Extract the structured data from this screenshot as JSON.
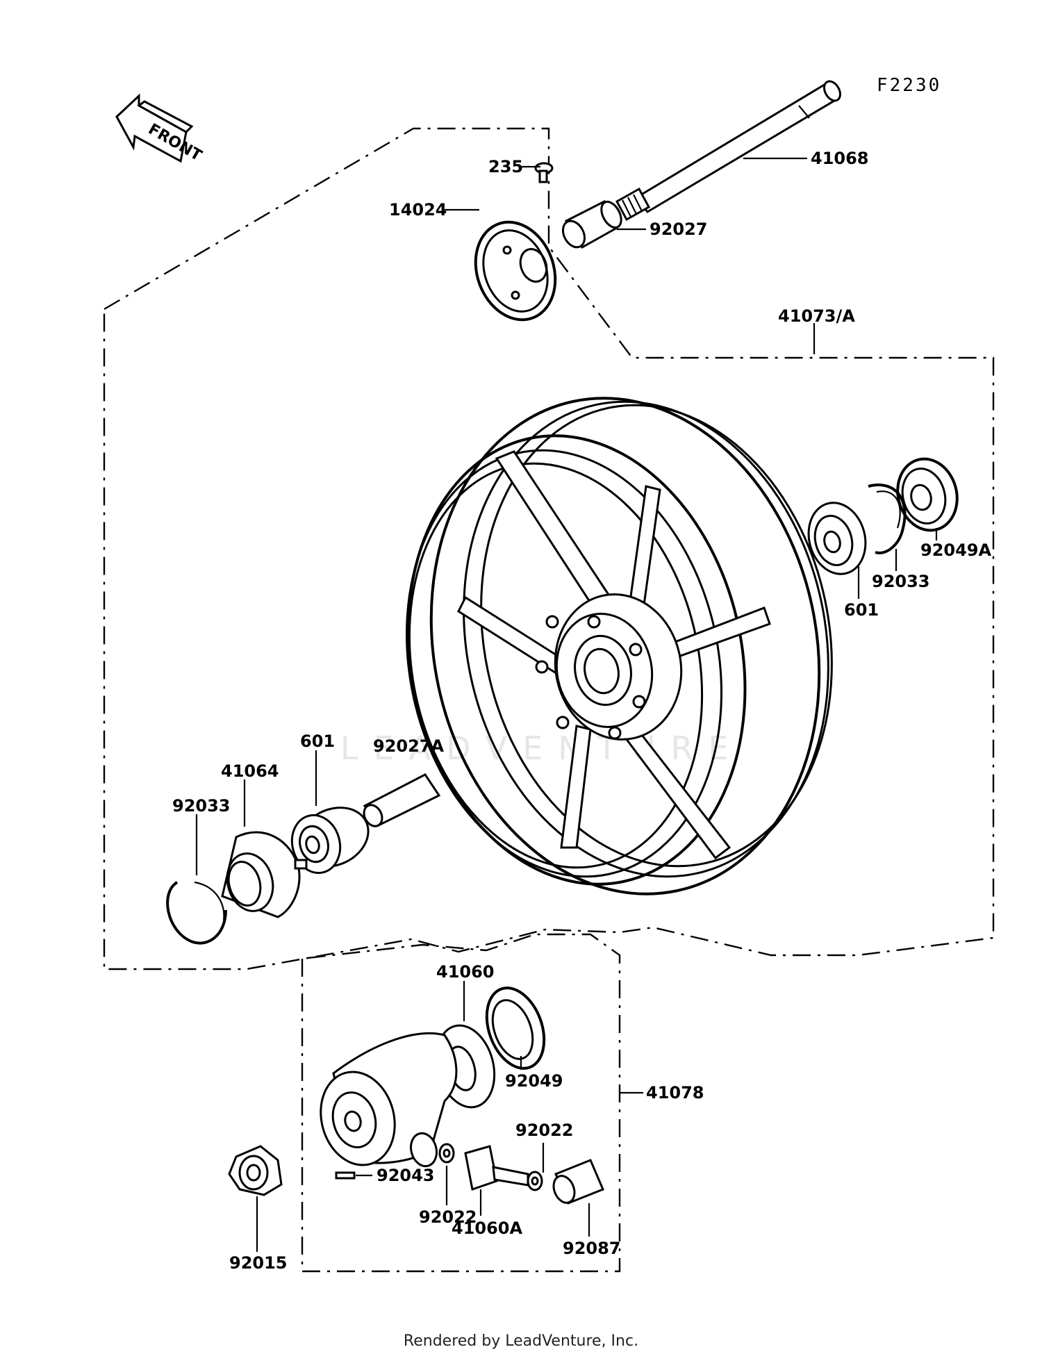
{
  "diagram_code": "F2230",
  "front_label": "FRONT",
  "watermark": "LEADVENTURE",
  "footer": "Rendered by LeadVenture, Inc.",
  "labels": {
    "p41068": "41068",
    "p235": "235",
    "p14024": "14024",
    "p92027": "92027",
    "p41073A": "41073/A",
    "p92049A": "92049A",
    "p92033r": "92033",
    "p601r": "601",
    "p601l": "601",
    "p92027A": "92027A",
    "p41064": "41064",
    "p92033l": "92033",
    "p41060": "41060",
    "p92049": "92049",
    "p41078": "41078",
    "p92022t": "92022",
    "p92043": "92043",
    "p92022b": "92022",
    "p41060A": "41060A",
    "p92087": "92087",
    "p92015": "92015"
  }
}
